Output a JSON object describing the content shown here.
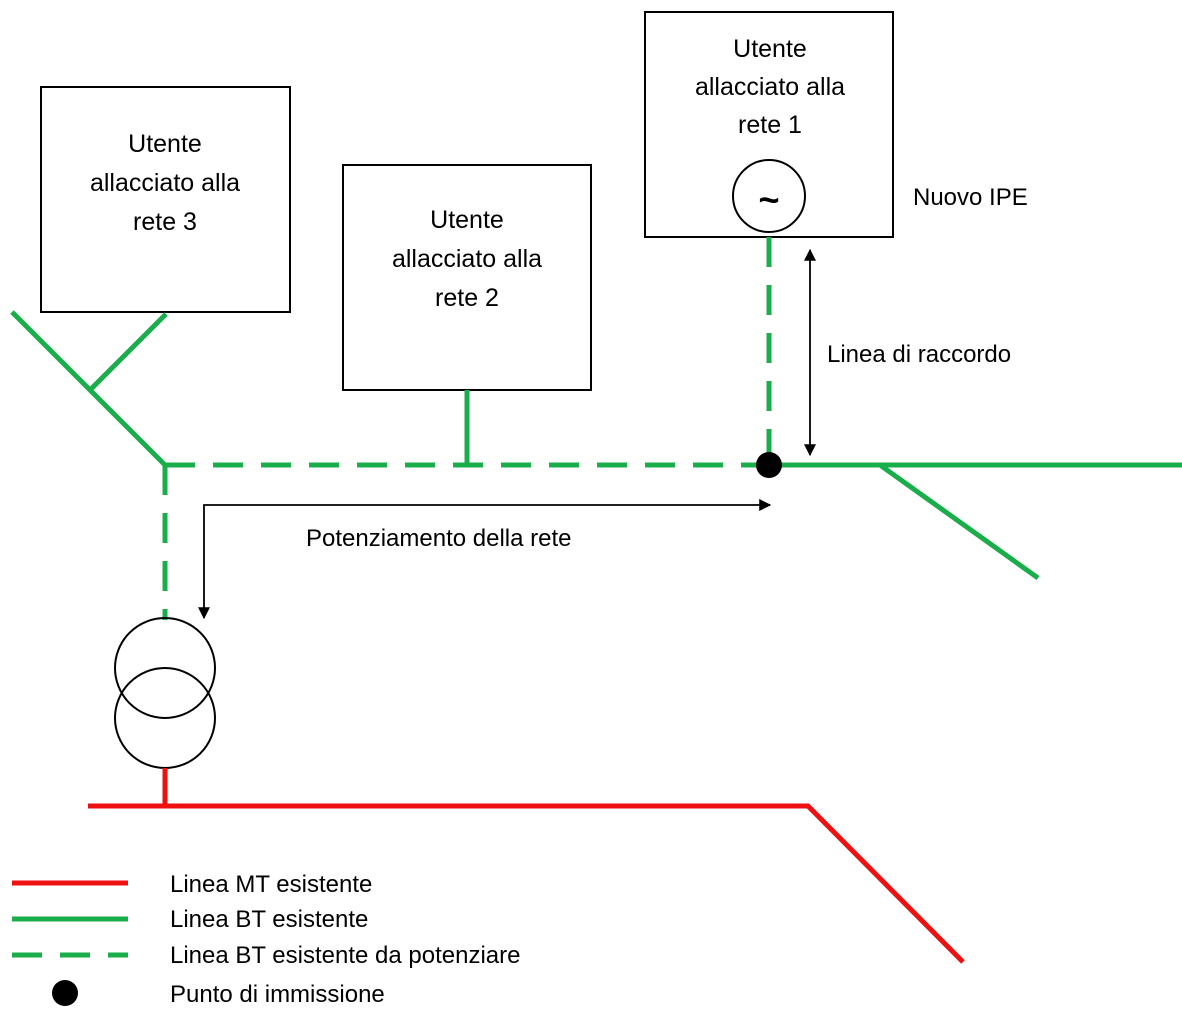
{
  "colors": {
    "mt_line": "#ee1111",
    "bt_line": "#1aae4b",
    "ink": "#000000",
    "background": "#ffffff"
  },
  "users": [
    {
      "lines": [
        "Utente",
        "allacciato alla",
        "rete 1"
      ]
    },
    {
      "lines": [
        "Utente",
        "allacciato alla",
        "rete 2"
      ]
    },
    {
      "lines": [
        "Utente",
        "allacciato alla",
        "rete 3"
      ]
    }
  ],
  "generator_symbol": "~",
  "labels": {
    "nuovo_ipe": "Nuovo IPE",
    "linea_raccordo": "Linea di raccordo",
    "potenziamento": "Potenziamento della rete"
  },
  "legend": [
    {
      "style": "mt-solid",
      "label": "Linea MT esistente"
    },
    {
      "style": "bt-solid",
      "label": "Linea BT esistente"
    },
    {
      "style": "bt-dashed",
      "label": "Linea BT esistente da potenziare"
    },
    {
      "style": "dot",
      "label": "Punto di immissione"
    }
  ]
}
